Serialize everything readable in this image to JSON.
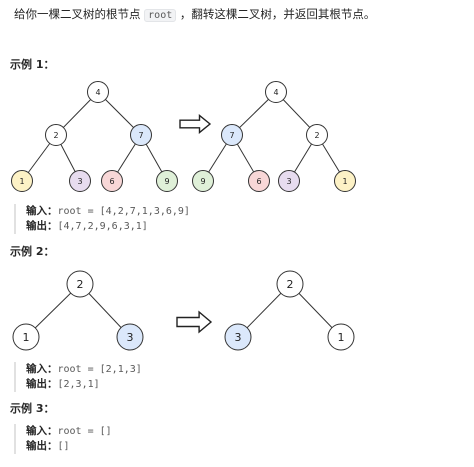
{
  "intro": {
    "before": "给你一棵二叉树的根节点 ",
    "code": "root",
    "after": " ，翻转这棵二叉树，并返回其根节点。"
  },
  "examples": [
    {
      "title": "示例 1：",
      "input_label": "输入：",
      "input_value": "root = [4,2,7,1,3,6,9]",
      "output_label": "输出：",
      "output_value": "[4,7,2,9,6,3,1]",
      "before_tree": [
        "4",
        "2",
        "7",
        "1",
        "3",
        "6",
        "9"
      ],
      "after_tree": [
        "4",
        "7",
        "2",
        "9",
        "6",
        "3",
        "1"
      ]
    },
    {
      "title": "示例 2：",
      "input_label": "输入：",
      "input_value": "root = [2,1,3]",
      "output_label": "输出：",
      "output_value": "[2,3,1]",
      "before_tree": [
        "2",
        "1",
        "3"
      ],
      "after_tree": [
        "2",
        "3",
        "1"
      ]
    },
    {
      "title": "示例 3：",
      "input_label": "输入：",
      "input_value": "root = []",
      "output_label": "输出：",
      "output_value": "[]"
    }
  ],
  "node_colors": {
    "4": "#ffffff",
    "2": "#ffffff",
    "7": "#dbe8fb",
    "1": "#fdf2c6",
    "3": "#e7dcef",
    "6": "#f8d7d7",
    "9": "#dff0d8"
  },
  "small_node_colors": {
    "2": "#ffffff",
    "1": "#ffffff",
    "3": "#dbe8fb"
  }
}
